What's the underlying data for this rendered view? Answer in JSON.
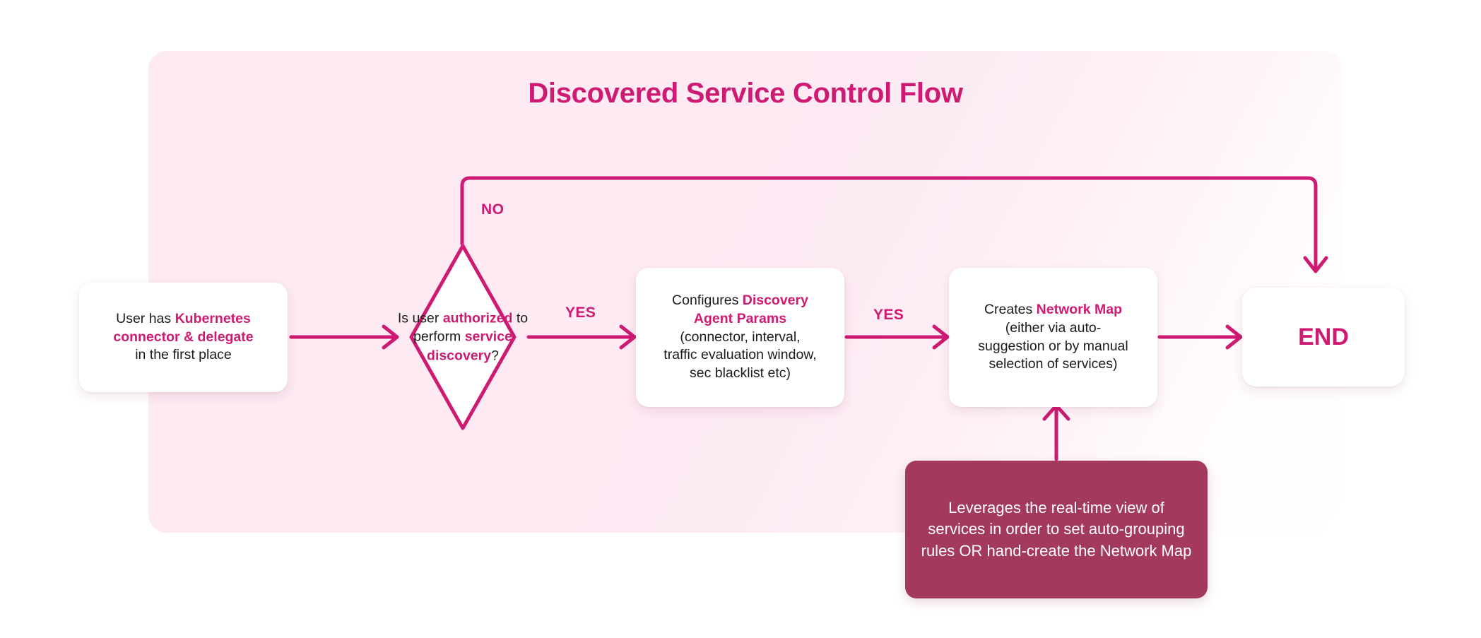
{
  "title": "Discovered Service Control Flow",
  "colors": {
    "accent": "#CE1A72",
    "panel_bg": "#FDEAF3",
    "note_bg": "#A33A5B",
    "card_bg": "#FFFFFF",
    "text": "#1B1B1B"
  },
  "nodes": {
    "start": {
      "type": "process",
      "lines": [
        {
          "plain": "User has ",
          "highlight": "Kubernetes"
        },
        {
          "highlight": "connector & delegate"
        },
        {
          "plain": "in the first place"
        }
      ]
    },
    "decision": {
      "type": "decision",
      "lines": [
        {
          "plain": "Is user"
        },
        {
          "highlight": "authorized"
        },
        {
          "plain": "to perform"
        },
        {
          "highlight": "service discovery",
          "plain_after": "?"
        }
      ]
    },
    "params": {
      "type": "process",
      "lines": [
        {
          "plain": "Configures ",
          "highlight": "Discovery"
        },
        {
          "highlight": "Agent Params"
        },
        {
          "plain": "(connector, interval,"
        },
        {
          "plain": "traffic evaluation window,"
        },
        {
          "plain": "sec blacklist etc)"
        }
      ]
    },
    "netmap": {
      "type": "process",
      "lines": [
        {
          "plain": "Creates ",
          "highlight": "Network Map"
        },
        {
          "plain": "(either via auto-"
        },
        {
          "plain": "suggestion or by manual"
        },
        {
          "plain": "selection of services)"
        }
      ]
    },
    "end": {
      "type": "terminal",
      "label": "END"
    },
    "note": {
      "type": "annotation",
      "text": "Leverages the real-time view of services in order to set auto-grouping rules OR hand-create the Network Map"
    }
  },
  "edges": {
    "start_to_decision": {
      "label": ""
    },
    "decision_no": {
      "label": "NO",
      "from": "decision",
      "to": "end"
    },
    "decision_yes": {
      "label": "YES",
      "from": "decision",
      "to": "params"
    },
    "params_to_netmap": {
      "label": "YES",
      "from": "params",
      "to": "netmap"
    },
    "netmap_to_end": {
      "label": ""
    },
    "note_to_netmap": {
      "label": ""
    }
  }
}
